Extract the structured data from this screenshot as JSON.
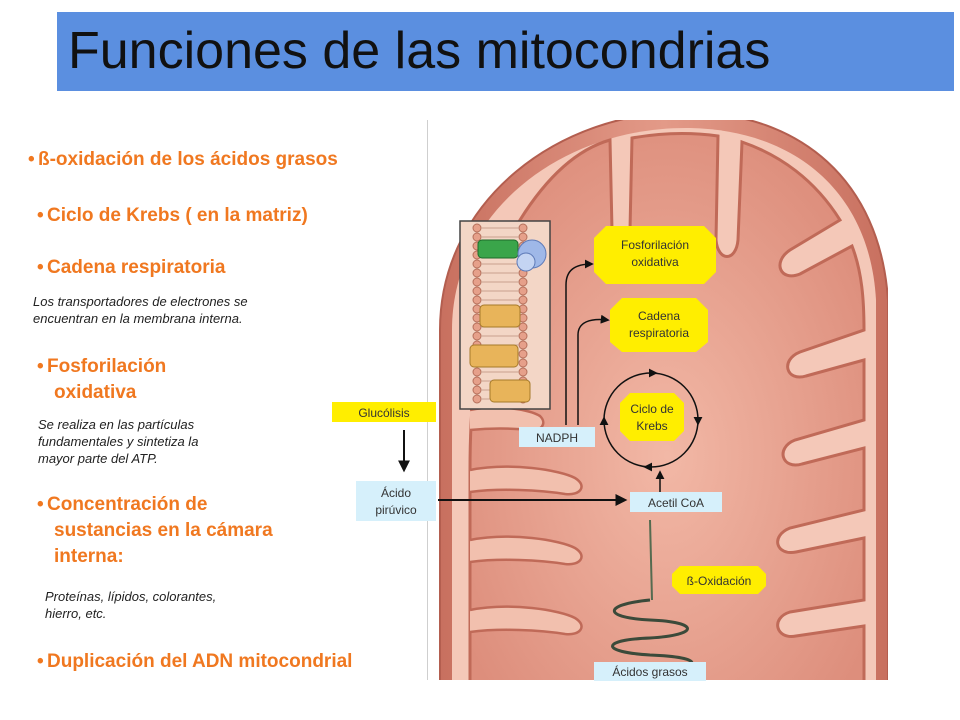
{
  "slide": {
    "title": "Funciones de las mitocondrias",
    "bullets": {
      "beta": "ß-oxidación de los ácidos grasos",
      "krebs": "Ciclo de Krebs ( en la matriz)",
      "cadena": "Cadena respiratoria",
      "cadena_note_1": "Los transportadores de electrones se",
      "cadena_note_2": "encuentran en la membrana interna.",
      "fosfo_1": "Fosforilación",
      "fosfo_2": "oxidativa",
      "fosfo_note_1": "Se realiza en las partículas",
      "fosfo_note_2": "fundamentales y sintetiza la",
      "fosfo_note_3": "mayor parte del ATP.",
      "conc_1": "Concentración de",
      "conc_2": "sustancias en la cámara",
      "conc_3": "interna:",
      "conc_note_1": "Proteínas, lípidos, colorantes,",
      "conc_note_2": "hierro, etc.",
      "adn": "Duplicación del ADN mitocondrial",
      "marker": "•"
    }
  },
  "diagram": {
    "fosforilacion_1": "Fosforilación",
    "fosforilacion_2": "oxidativa",
    "cadena_1": "Cadena",
    "cadena_2": "respiratoria",
    "ciclo_1": "Ciclo de",
    "ciclo_2": "Krebs",
    "glucolisis": "Glucólisis",
    "nadph": "NADPH",
    "acido_1": "Ácido",
    "acido_2": "pirúvico",
    "acetil": "Acetil CoA",
    "beta_ox": "ß-Oxidación",
    "acidos_grasos": "Ácidos grasos"
  },
  "colors": {
    "title_bar": "#5b8fe0",
    "bullet_text": "#f07820",
    "label_yellow": "#ffee00",
    "label_blue": "#d6f0fb",
    "mito_outer": "#d8867a",
    "mito_matrix": "#e8a494"
  }
}
